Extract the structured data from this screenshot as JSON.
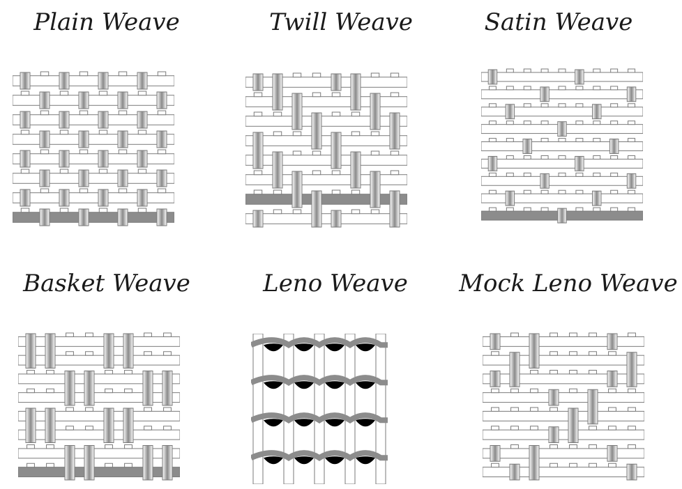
{
  "figure": {
    "panels": [
      {
        "id": "plain",
        "title": "Plain Weave"
      },
      {
        "id": "twill",
        "title": "Twill Weave"
      },
      {
        "id": "satin",
        "title": "Satin Weave"
      },
      {
        "id": "basket",
        "title": "Basket Weave"
      },
      {
        "id": "leno",
        "title": "Leno Weave"
      },
      {
        "id": "mockleno",
        "title": "Mock Leno Weave"
      }
    ]
  },
  "colors": {
    "warp_light": "#ffffff",
    "warp_dark": "#8a8a8a",
    "weft_fill": "#ffffff",
    "outline": "#7a7a7a",
    "highlight_yarn": "#8c8c8c",
    "leno_twist": "#000000",
    "leno_crossing": "#8c8c8c"
  }
}
